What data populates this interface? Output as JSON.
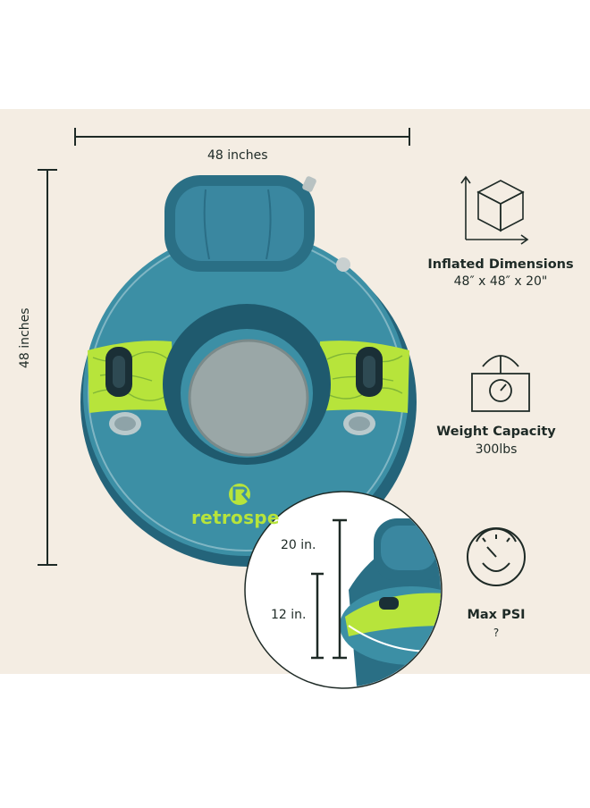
{
  "dimensions": {
    "width_label": "48 inches",
    "height_label": "48 inches"
  },
  "product": {
    "brand_text": "retrospe",
    "colors": {
      "tube": "#3c8fa5",
      "tube_dark": "#2a6f85",
      "accent": "#b7e43b",
      "background": "#f4ede3"
    }
  },
  "inset": {
    "label_20": "20 in.",
    "label_12": "12 in."
  },
  "specs": [
    {
      "icon": "cube-icon",
      "title": "Inflated Dimensions",
      "value": "48″ x 48″ x 20\""
    },
    {
      "icon": "scale-icon",
      "title": "Weight Capacity",
      "value": "300lbs"
    },
    {
      "icon": "gauge-icon",
      "title": "Max PSI",
      "value": "?"
    }
  ]
}
